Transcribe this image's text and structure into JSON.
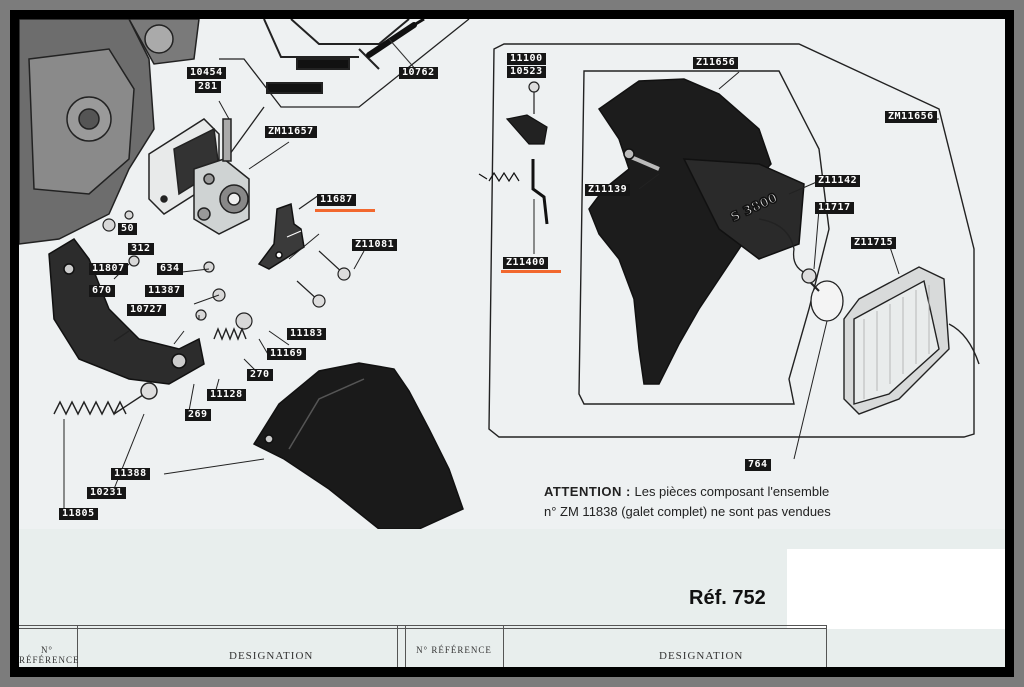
{
  "labels": {
    "l10454": "10454",
    "l281": "281",
    "l10762": "10762",
    "lzm11657": "ZM11657",
    "l11687": "11687",
    "lz11081": "Z11081",
    "l50": "50",
    "l312": "312",
    "l11807": "11807",
    "l634": "634",
    "l670": "670",
    "l11387": "11387",
    "l10727": "10727",
    "l11183": "11183",
    "l11169": "11169",
    "l270": "270",
    "l11128": "11128",
    "l269": "269",
    "l11388": "11388",
    "l10231": "10231",
    "l11805": "11805",
    "l11100": "11100",
    "l10523": "10523",
    "lz11656": "Z11656",
    "lzm11656": "ZM11656",
    "lz11139": "Z11139",
    "lz11142": "Z11142",
    "l11717": "11717",
    "lz11715": "Z11715",
    "lz11400": "Z11400",
    "l764": "764"
  },
  "note": {
    "attention": "ATTENTION :",
    "line1": "Les pièces composant l'ensemble",
    "line2": "n° ZM 11838 (galet complet) ne sont pas vendues"
  },
  "ref": "Réf. 752",
  "table": {
    "col1": "N° RÉFÉRENCE",
    "col2": "DESIGNATION",
    "col3": "N° RÉFÉRENCE",
    "col4": "DESIGNATION"
  },
  "colors": {
    "highlight": "#f2682e",
    "label_bg": "#161616",
    "paper": "#eef1f2"
  }
}
